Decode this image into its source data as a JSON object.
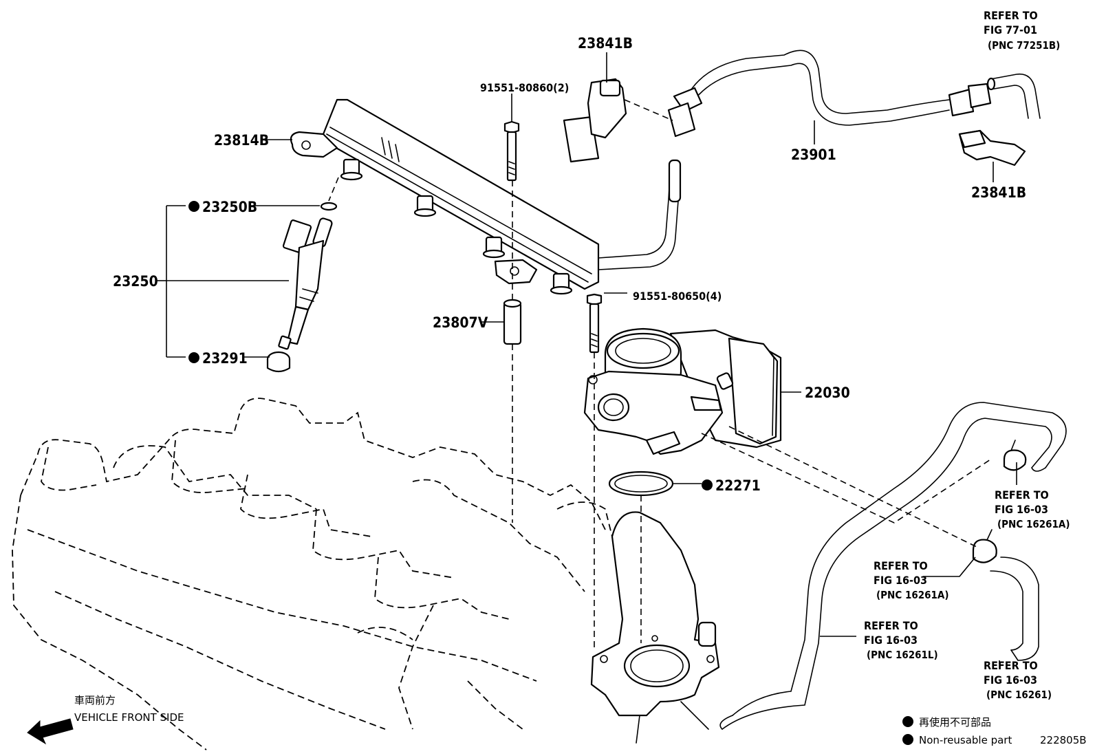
{
  "callouts": {
    "p23841B_top": "23841B",
    "p23841B_bottom": "23841B",
    "p23814B": "23814B",
    "p91551_80860": "91551-80860(2)",
    "p91551_80650": "91551-80650(4)",
    "p23250B": "23250B",
    "p23250": "23250",
    "p23291": "23291",
    "p23807V": "23807V",
    "p22030": "22030",
    "p22271": "22271",
    "p23901": "23901"
  },
  "refers": {
    "fig77": {
      "l1": "REFER TO",
      "l2": "FIG 77-01",
      "l3": "(PNC 77251B)"
    },
    "fig16a_right": {
      "l1": "REFER TO",
      "l2": "FIG 16-03",
      "l3": "(PNC 16261A)"
    },
    "fig16a_left": {
      "l1": "REFER TO",
      "l2": "FIG 16-03",
      "l3": "(PNC 16261A)"
    },
    "fig16l": {
      "l1": "REFER TO",
      "l2": "FIG 16-03",
      "l3": "(PNC 16261L)"
    },
    "fig16": {
      "l1": "REFER TO",
      "l2": "FIG 16-03",
      "l3": "(PNC 16261)"
    }
  },
  "direction": {
    "jp": "車両前方",
    "en": "VEHICLE FRONT SIDE",
    "icon": "arrow-left-icon"
  },
  "legend": {
    "jp": "再使用不可部品",
    "en": "Non-reusable part",
    "icon": "filled-circle-icon"
  },
  "figure_id": "222805B"
}
